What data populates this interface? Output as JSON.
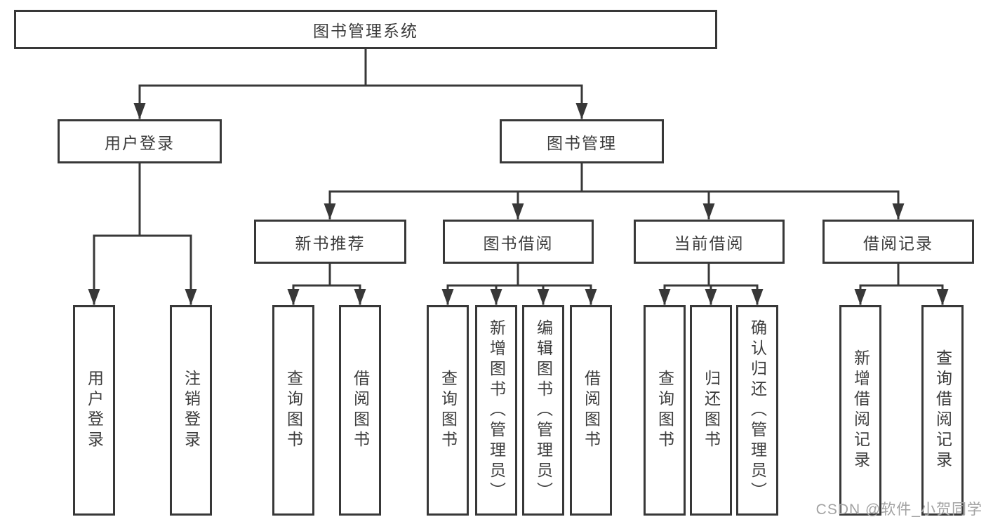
{
  "diagram": {
    "root": {
      "label": "图书管理系统"
    },
    "level2": [
      {
        "label": "用户登录"
      },
      {
        "label": "图书管理"
      }
    ],
    "level3": [
      {
        "label": "新书推荐"
      },
      {
        "label": "图书借阅"
      },
      {
        "label": "当前借阅"
      },
      {
        "label": "借阅记录"
      }
    ],
    "leaves": [
      {
        "label": "用户登录"
      },
      {
        "label": "注销登录"
      },
      {
        "label": "查询图书"
      },
      {
        "label": "借阅图书"
      },
      {
        "label": "查询图书"
      },
      {
        "label": "新增图书（管理员）"
      },
      {
        "label": "编辑图书（管理员）"
      },
      {
        "label": "借阅图书"
      },
      {
        "label": "查询图书"
      },
      {
        "label": "归还图书"
      },
      {
        "label": "确认归还（管理员）"
      },
      {
        "label": "新增借阅记录"
      },
      {
        "label": "查询借阅记录"
      }
    ],
    "colors": {
      "line": "#383838",
      "border": "#383838",
      "text": "#3c3c3c",
      "background": "#ffffff",
      "watermark": "#a2a2a2"
    }
  },
  "watermark": {
    "text": "CSDN @软件_小贺同学"
  }
}
